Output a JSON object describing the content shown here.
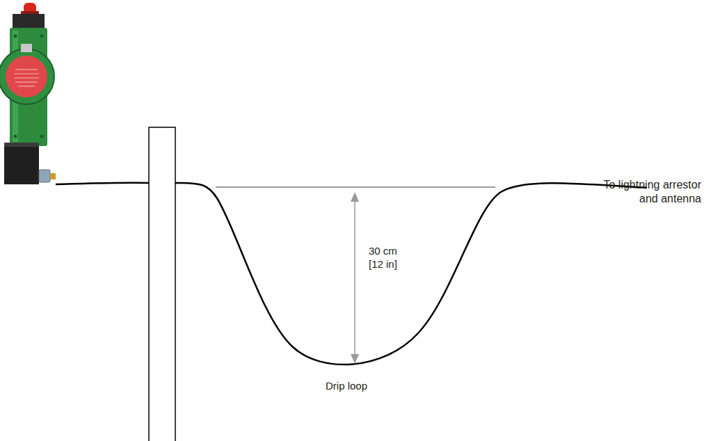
{
  "diagram": {
    "labels": [
      "30 cm [12 in]",
      "Drip loop",
      "To lightning arrestor and antenna"
    ]
  }
}
